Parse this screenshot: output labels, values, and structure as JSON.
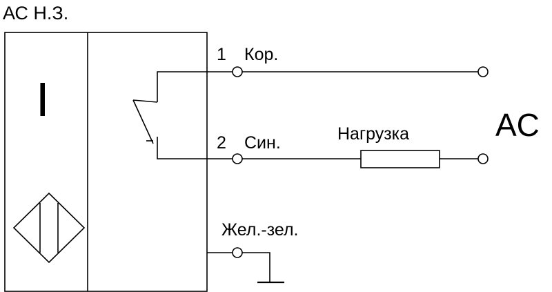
{
  "title": "АС Н.З.",
  "sensor_label": "I",
  "terminals": {
    "t1": {
      "number": "1",
      "name": "Кор."
    },
    "t2": {
      "number": "2",
      "name": "Син."
    },
    "t3": {
      "name": "Жел.-зел."
    }
  },
  "load_label": "Нагрузка",
  "supply_label": "AC",
  "icons": [
    "normally-closed-contact-icon",
    "inductive-sensor-icon",
    "ground-icon",
    "resistor-icon"
  ]
}
